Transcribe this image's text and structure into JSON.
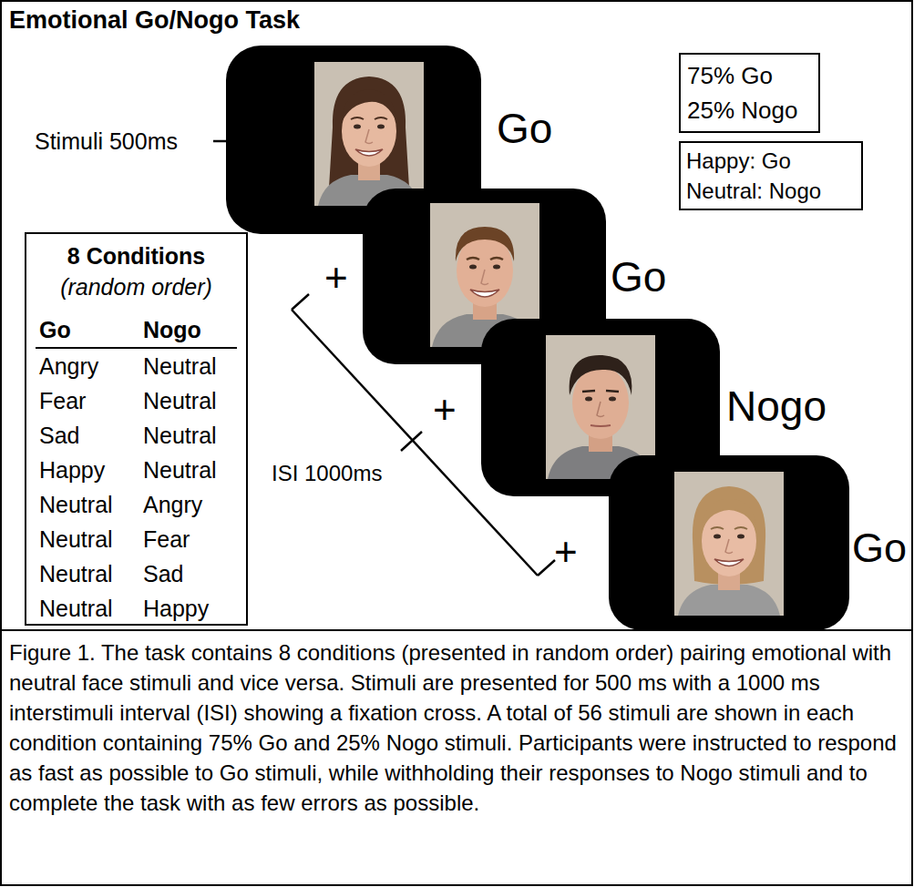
{
  "diagram": {
    "title": "Emotional Go/Nogo Task",
    "caption": "Figure 1. The task contains 8 conditions (presented in random order) pairing emotional with neutral face stimuli and vice versa. Stimuli are presented for 500 ms with a 1000 ms interstimuli interval (ISI) showing a fixation cross. A total of 56 stimuli are shown in each condition containing 75% Go and 25% Nogo stimuli. Participants were instructed to respond as fast as possible to Go stimuli, while withholding their responses to Nogo stimuli and to complete the task with as few errors as possible.",
    "nodes": [
      {
        "text": [
          "75% Go",
          "25% Nogo"
        ]
      },
      {
        "text": [
          "Happy: Go",
          "Neutral: Nogo"
        ]
      },
      {
        "text": [
          "8 Conditions",
          "(random order)",
          "Go",
          "Nogo",
          "Angry",
          "Neutral",
          "Fear",
          "Neutral",
          "Sad",
          "Neutral",
          "Happy",
          "Neutral",
          "Neutral",
          "Angry",
          "Neutral",
          "Fear",
          "Neutral",
          "Sad",
          "Neutral",
          "Happy"
        ]
      }
    ],
    "labels": [
      "Stimuli 500ms",
      "Go",
      "+",
      "Go",
      "+",
      "Nogo",
      "+",
      "Go",
      "ISI 1000ms"
    ]
  }
}
